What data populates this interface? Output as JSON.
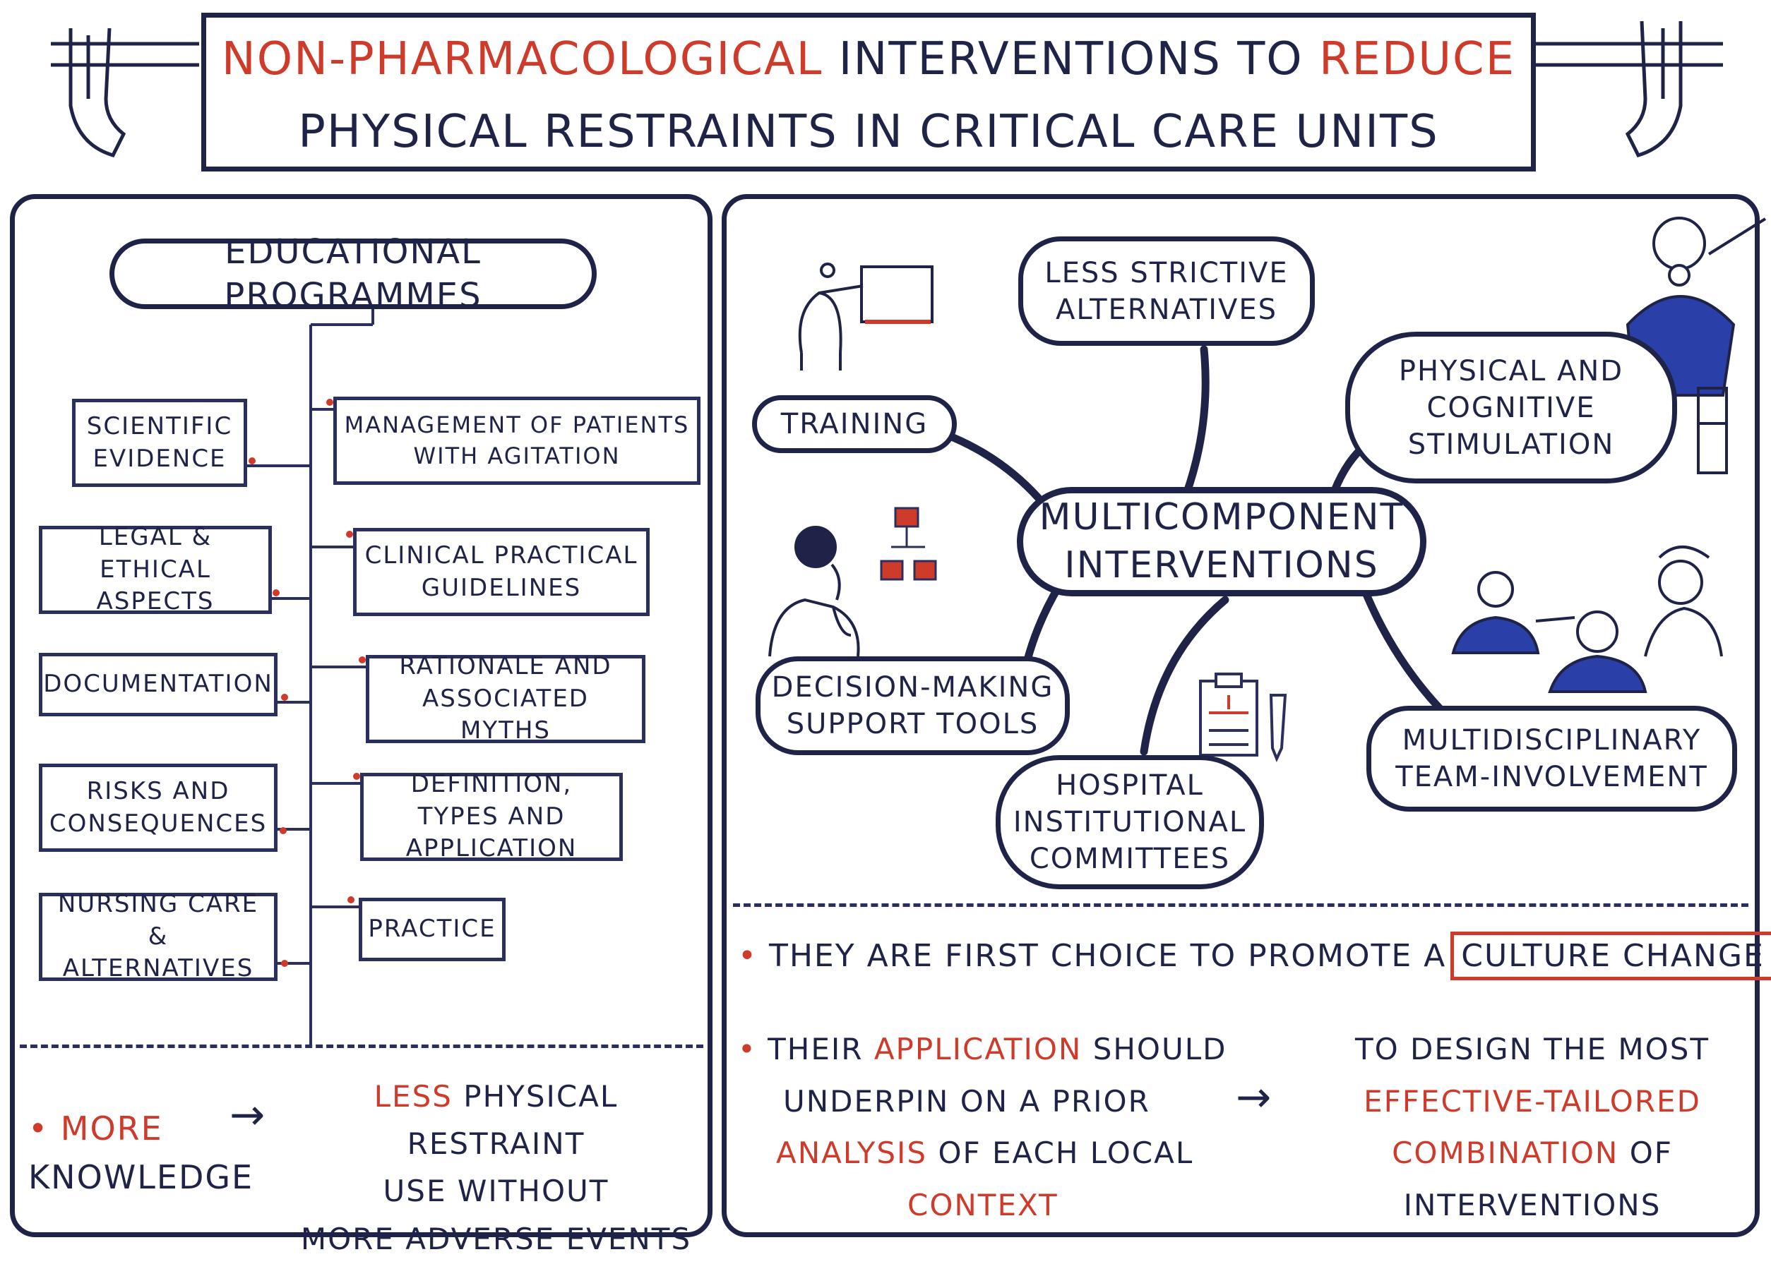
{
  "title": {
    "line1_part1": "Non-Pharmacological",
    "line1_part2": "interventions to",
    "line1_part3": "reduce",
    "line2": "physical restraints in critical care units"
  },
  "left_panel": {
    "heading": "Educational Programmes",
    "topics_left": [
      "Scientific evidence",
      "Legal & ethical aspects",
      "Documentation",
      "Risks and consequences",
      "Nursing care & alternatives"
    ],
    "topics_right": [
      "Management of patients with agitation",
      "Clinical practical guidelines",
      "Rationale and associated myths",
      "Definition, types and application",
      "Practice"
    ],
    "conclusion": {
      "bullet_red": "More",
      "bullet_rest": "knowledge",
      "result_red": "Less",
      "result_line1": "physical restraint",
      "result_line2": "use without",
      "result_line3": "more adverse events"
    }
  },
  "right_panel": {
    "center": "Multicomponent interventions",
    "nodes": {
      "less_strictive": "Less strictive alternatives",
      "training": "Training",
      "physical_cognitive": "Physical and cognitive stimulation",
      "decision_tools": "Decision-making support tools",
      "committees": "Hospital institutional committees",
      "multidisciplinary": "Multidisciplinary team-involvement"
    },
    "notes": {
      "first_choice": "They are first choice to promote a",
      "culture_change": "Culture change",
      "app_their": "Their",
      "app_red": "application",
      "app_should": "should",
      "app_line2": "underpin on a prior",
      "app_analysis_red": "analysis",
      "app_line3_rest": "of each local",
      "app_context_red": "context",
      "design_line1": "To design the most",
      "design_red": "effective-tailored",
      "design_combination_red": "combination",
      "design_of": "of",
      "design_line4": "interventions"
    }
  },
  "colors": {
    "ink": "#1f2348",
    "accent": "#cf3b2b",
    "blue": "#2a3fa8"
  },
  "icons": [
    "pointing-person-icon",
    "thinking-person-icon",
    "flowchart-icon",
    "clipboard-icon",
    "pen-icon",
    "ventilated-patient-icon",
    "care-team-icon",
    "holding-hand-icon"
  ]
}
